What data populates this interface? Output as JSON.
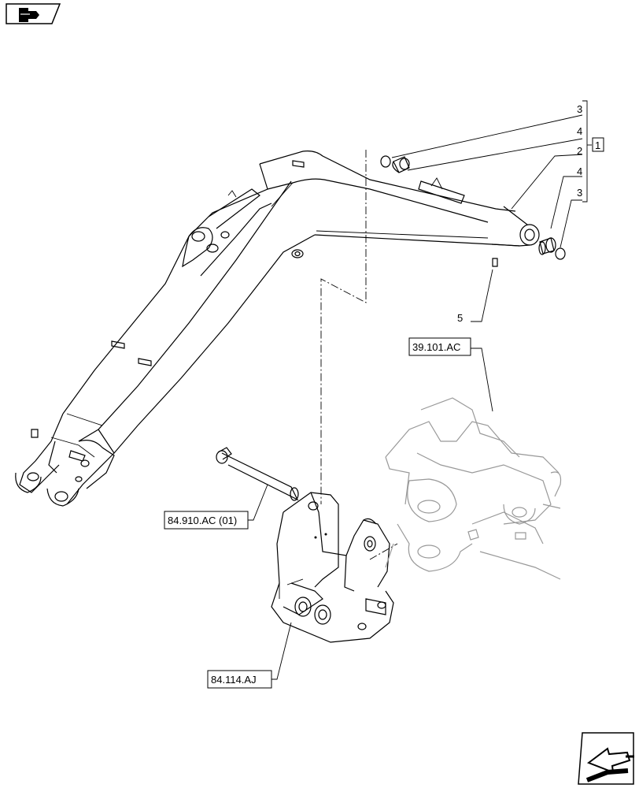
{
  "icons": {
    "top_left": "book-page-icon",
    "bottom_right": "next-arrow-icon"
  },
  "callouts": {
    "item_3_top": "3",
    "item_4_top": "4",
    "item_2": "2",
    "item_1": "1",
    "item_4_bottom": "4",
    "item_3_bottom": "3",
    "item_5": "5"
  },
  "references": {
    "ref_39_101_ac": "39.101.AC",
    "ref_84_910_ac": "84.910.AC (01)",
    "ref_84_114_aj": "84.114.AJ"
  }
}
